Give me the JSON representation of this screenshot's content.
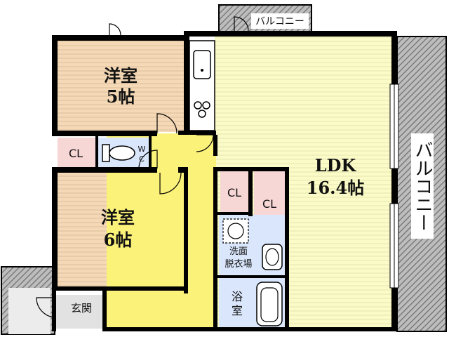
{
  "colors": {
    "bedroom": "#f5d9b6",
    "ldk": "#fbfbc8",
    "hall": "#fbf27a",
    "closet": "#f7d6d6",
    "wet": "#d9e6fb",
    "entrance": "#e2e2e2",
    "balcony": "#9a9a9a",
    "wall": "#000000"
  },
  "rooms": {
    "bedroom1": {
      "name": "洋室",
      "size": "5帖"
    },
    "bedroom2": {
      "name": "洋室",
      "size": "6帖"
    },
    "ldk": {
      "name": "LDK",
      "size": "16.4帖"
    },
    "closet": "CL",
    "wc_line1": "W",
    "wc_line2": "C",
    "washroom_line1": "洗面",
    "washroom_line2": "脱衣場",
    "bath_line1": "浴",
    "bath_line2": "室",
    "entrance": "玄関"
  },
  "balconies": {
    "top": "バルコニー",
    "right": "バルコニー"
  }
}
